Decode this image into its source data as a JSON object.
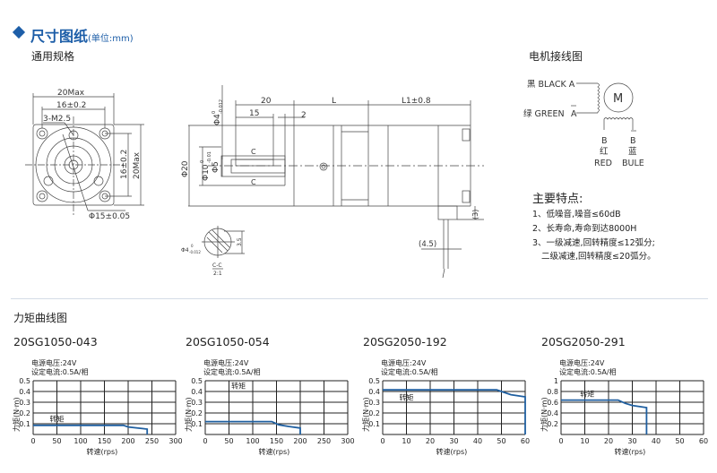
{
  "header": {
    "title": "尺寸图纸",
    "unit": "(单位:mm)",
    "accent": "#1d5ea8"
  },
  "drawing": {
    "section_title": "通用规格",
    "front": {
      "width_max": "20Max",
      "hole_pitch": "16±0.2",
      "thread": "3-M2.5",
      "height_pitch": "16±0.2",
      "height_max": "20Max",
      "pilot_dia": "Φ15±0.05"
    },
    "side": {
      "shaft_dia": "Φ4",
      "shaft_tol_upper": "0",
      "shaft_tol_lower": "-0.012",
      "shaft_len": "20",
      "flat_len": "15",
      "gap": "2",
      "gear_len": "L",
      "motor_len": "L1±0.8",
      "body_dia": "Φ20",
      "boss_dia": "Φ10",
      "boss_tol_upper": "0",
      "boss_tol_lower": "-0.01",
      "inner_dia": "Φ5",
      "section_mark": "C",
      "connector_h": "(3)",
      "pin_pitch": "(4.5)"
    },
    "section": {
      "dia": "Φ4",
      "tol_upper": "0",
      "tol_lower": "-0.012",
      "flat": "3.5",
      "label": "C-C",
      "scale": "2:1"
    }
  },
  "wiring": {
    "title": "电机接线图",
    "black": "黑  BLACK A",
    "green": "绿 GREEN",
    "green_phase": "A",
    "motor": "M",
    "b_phase": "B",
    "b_cn": "红",
    "b_en": "RED",
    "bbar_phase": "B",
    "bbar_cn": "蓝",
    "bbar_en": "BULE"
  },
  "features": {
    "title": "主要特点:",
    "items": [
      "1、低噪音,噪音≤60dB",
      "2、长寿命,寿命到达8000H",
      "3、一级减速,回转精度≤12弧分;",
      "二级减速,回转精度≤20弧分。"
    ]
  },
  "torque_section": {
    "title": "力矩曲线图"
  },
  "chart_data": [
    {
      "type": "line",
      "title": "20SG1050-043",
      "notes": [
        "电源电压:24V",
        "设定电流:0.5A/相"
      ],
      "xlabel": "转速(rps)",
      "ylabel": "力矩(N·m)",
      "xlim": [
        0,
        300
      ],
      "xticks": [
        0,
        50,
        100,
        150,
        200,
        250,
        300
      ],
      "ylim": [
        0,
        0.5
      ],
      "yticks": [
        0.1,
        0.2,
        0.3,
        0.4,
        0.5
      ],
      "grid": true,
      "series": [
        {
          "name": "转矩",
          "x": [
            0,
            190,
            200,
            230,
            240,
            240
          ],
          "y": [
            0.085,
            0.085,
            0.07,
            0.055,
            0.05,
            0
          ]
        }
      ],
      "annotation": {
        "text": "转矩",
        "x": 35,
        "y": 0.12
      },
      "line_color": "#1f5fa0"
    },
    {
      "type": "line",
      "title": "20SG1050-054",
      "notes": [
        "电源电压:24V",
        "设定电流:0.5A/相"
      ],
      "xlabel": "转速(rps)",
      "ylabel": "力矩(N·m)",
      "xlim": [
        0,
        300
      ],
      "xticks": [
        0,
        50,
        100,
        150,
        200,
        250,
        300
      ],
      "ylim": [
        0,
        0.5
      ],
      "yticks": [
        0.1,
        0.2,
        0.3,
        0.4,
        0.5
      ],
      "grid": true,
      "series": [
        {
          "name": "转矩",
          "x": [
            0,
            140,
            155,
            175,
            200,
            200
          ],
          "y": [
            0.12,
            0.12,
            0.09,
            0.075,
            0.06,
            0
          ]
        }
      ],
      "annotation": {
        "text": "转矩",
        "x": 55,
        "y": 0.43
      },
      "line_color": "#1f5fa0"
    },
    {
      "type": "line",
      "title": "20SG2050-192",
      "notes": [
        "电源电压:24V",
        "设定电流:0.5A/相"
      ],
      "xlabel": "转速(rps)",
      "ylabel": "力矩(N·m)",
      "xlim": [
        0,
        60
      ],
      "xticks": [
        0,
        10,
        20,
        30,
        40,
        50,
        60
      ],
      "ylim": [
        0,
        0.5
      ],
      "yticks": [
        0.1,
        0.2,
        0.3,
        0.4,
        0.5
      ],
      "grid": true,
      "series": [
        {
          "name": "转矩",
          "x": [
            0,
            48,
            50,
            54,
            60,
            60
          ],
          "y": [
            0.415,
            0.415,
            0.4,
            0.37,
            0.35,
            0
          ]
        }
      ],
      "annotation": {
        "text": "转矩",
        "x": 7,
        "y": 0.32
      },
      "line_color": "#1f5fa0"
    },
    {
      "type": "line",
      "title": "20SG2050-291",
      "notes": [
        "电源电压:24V",
        "设定电流:0.5A/相"
      ],
      "xlabel": "转速(rps)",
      "ylabel": "力矩(N·m)",
      "xlim": [
        0,
        60
      ],
      "xticks": [
        0,
        10,
        20,
        30,
        40,
        50,
        60
      ],
      "ylim": [
        0,
        1.0
      ],
      "yticks": [
        0.2,
        0.4,
        0.6,
        0.8,
        1.0
      ],
      "grid": true,
      "series": [
        {
          "name": "转矩",
          "x": [
            0,
            24,
            27,
            30,
            36,
            36
          ],
          "y": [
            0.64,
            0.64,
            0.58,
            0.54,
            0.5,
            0
          ]
        }
      ],
      "annotation": {
        "text": "转矩",
        "x": 8,
        "y": 0.71
      },
      "line_color": "#1f5fa0"
    }
  ]
}
